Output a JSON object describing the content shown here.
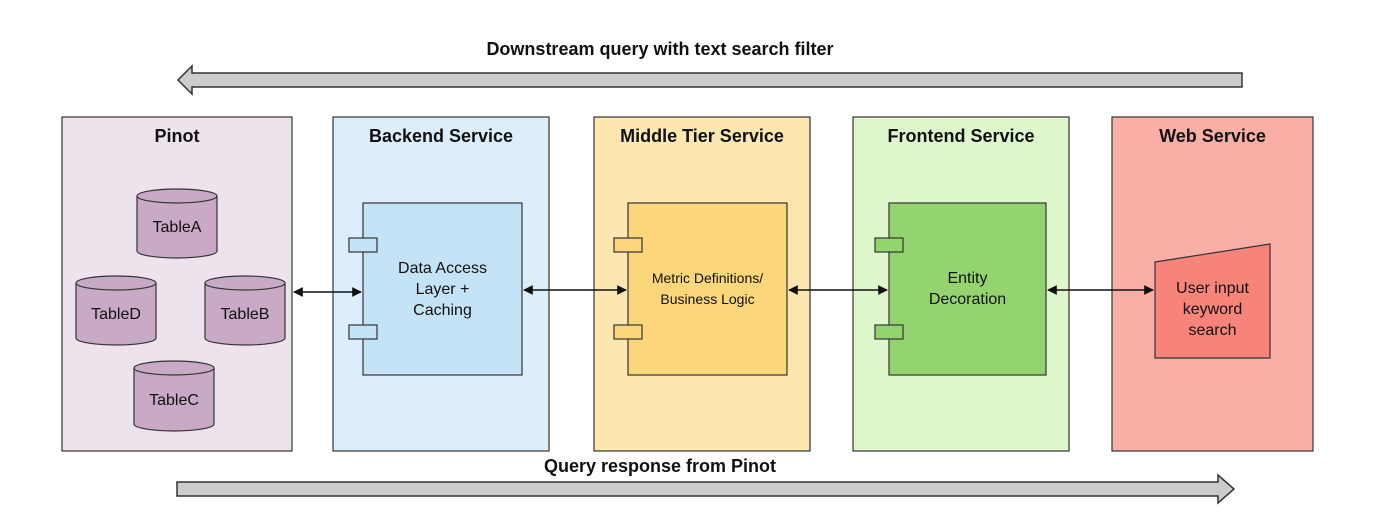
{
  "top_flow": {
    "label": "Downstream query with text search filter"
  },
  "bottom_flow": {
    "label": "Query response from Pinot"
  },
  "panels": [
    {
      "title": "Pinot",
      "fill": "#ede3ec"
    },
    {
      "title": "Backend Service",
      "fill": "#dceefc"
    },
    {
      "title": "Middle Tier Service",
      "fill": "#fde7b0"
    },
    {
      "title": "Frontend Service",
      "fill": "#dff7cd"
    },
    {
      "title": "Web Service",
      "fill": "#f9aea6"
    }
  ],
  "tables": [
    "TableA",
    "TableB",
    "TableC",
    "TableD"
  ],
  "components": {
    "backend": {
      "lines": [
        "Data Access",
        "Layer +",
        "Caching"
      ],
      "fill": "#c5e3f6"
    },
    "middle": {
      "lines": [
        "Metric Definitions/",
        "Business Logic"
      ],
      "fill": "#fcd67a"
    },
    "frontend": {
      "lines": [
        "Entity",
        "Decoration"
      ],
      "fill": "#94d46f"
    },
    "web": {
      "lines": [
        "User input",
        "keyword",
        "search"
      ],
      "fill": "#f7847a"
    }
  },
  "colors": {
    "table_fill": "#c8a9c6",
    "arrow_fill": "#cccccc",
    "stroke": "#333333"
  }
}
